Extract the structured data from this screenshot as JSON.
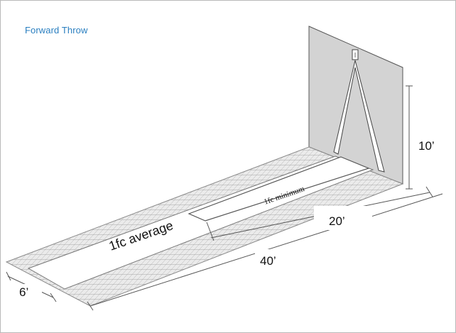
{
  "title": "Forward Throw",
  "labels": {
    "minimum": "1fc minimum",
    "average": "1fc average",
    "dim_height": "10’",
    "dim_mid": "20’",
    "dim_length": "40’",
    "dim_width": "6’"
  },
  "colors": {
    "title": "#2a7fc0",
    "wall": "#d3d3d3",
    "grid_line": "#9a9a9a",
    "line": "#333333"
  },
  "icons": [
    "light-fixture-icon"
  ]
}
